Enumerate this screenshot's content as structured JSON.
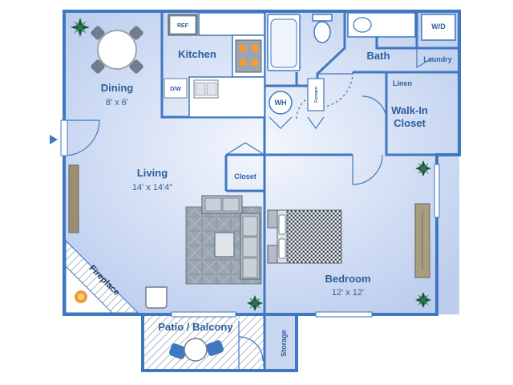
{
  "rooms": {
    "dining": {
      "name": "Dining",
      "dims": "8' x 6'"
    },
    "kitchen": {
      "name": "Kitchen"
    },
    "bath": {
      "name": "Bath"
    },
    "living": {
      "name": "Living",
      "dims": "14' x 14'4\""
    },
    "walkin": {
      "name_line1": "Walk-In",
      "name_line2": "Closet"
    },
    "bedroom": {
      "name": "Bedroom",
      "dims": "12' x 12'"
    },
    "patio": {
      "name": "Patio / Balcony"
    },
    "storage": {
      "name": "Storage"
    }
  },
  "labels": {
    "ref": "REF",
    "dw": "D/W",
    "wh": "WH",
    "closet": "Closet",
    "linen": "Linen",
    "laundry": "Laundry",
    "wd": "W/D",
    "furnace": "Furnace",
    "fireplace": "Fireplace"
  },
  "colors": {
    "wall": "#3f78c0",
    "floor_light": "#eef3fc",
    "floor": "#c9d8f1",
    "label": "#2d5f9a",
    "rug": "#8e9aa6"
  }
}
